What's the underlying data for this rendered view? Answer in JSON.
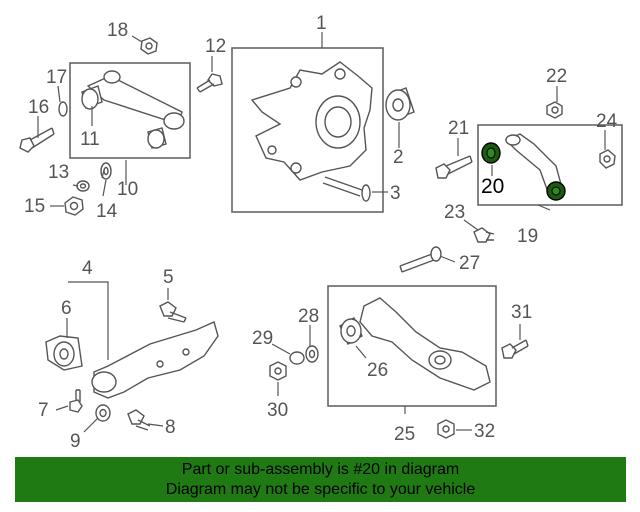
{
  "callouts": {
    "c1": "1",
    "c2": "2",
    "c3": "3",
    "c4": "4",
    "c5": "5",
    "c6": "6",
    "c7": "7",
    "c8": "8",
    "c9": "9",
    "c10": "10",
    "c11": "11",
    "c12": "12",
    "c13": "13",
    "c14": "14",
    "c15": "15",
    "c16": "16",
    "c17": "17",
    "c18": "18",
    "c19": "19",
    "c20": "20",
    "c21": "21",
    "c22": "22",
    "c23": "23",
    "c24": "24",
    "c25": "25",
    "c26": "26",
    "c27": "27",
    "c28": "28",
    "c29": "29",
    "c30": "30",
    "c31": "31",
    "c32": "32"
  },
  "highlight": {
    "part": "20",
    "color": "#1c5a10"
  },
  "banner": {
    "line1": "Part or sub-assembly is #20 in diagram",
    "line2": "Diagram may not be specific to your vehicle",
    "color": "#1f7a14"
  }
}
